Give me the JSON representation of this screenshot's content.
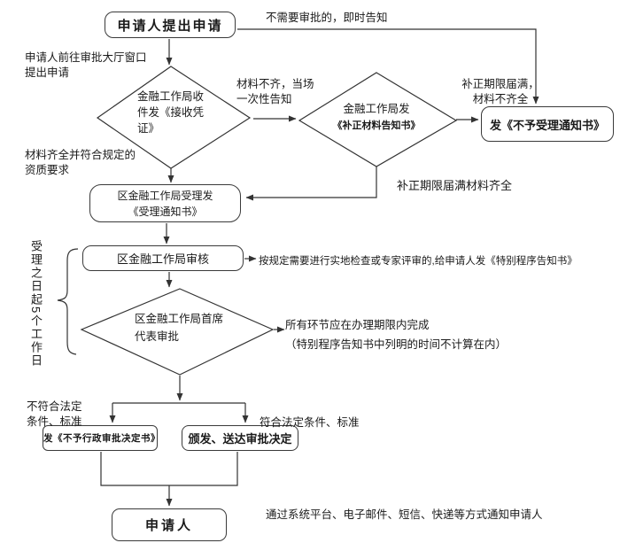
{
  "nodes": {
    "start": {
      "label": "申请人提出申请"
    },
    "receive": {
      "line1": "金融工作局收",
      "line2": "件发《接收凭",
      "line3": "证》"
    },
    "supplement": {
      "line1": "金融工作局发",
      "line2": "《补正材料告知书》"
    },
    "reject_notice": {
      "label": "发《不予受理通知书》"
    },
    "accept": {
      "line1": "区金融工作局受理发",
      "line2": "《受理通知书》"
    },
    "review": {
      "label": "区金融工作局审核"
    },
    "chief": {
      "line1": "区金融工作局首席",
      "line2": "代表审批"
    },
    "deny": {
      "label": "发《不予行政审批决定书》"
    },
    "issue": {
      "label": "颁发、送达审批决定"
    },
    "end": {
      "label": "申请人"
    }
  },
  "annotations": {
    "no_approval_needed": "不需要审批的，即时告知",
    "go_to_window_1": "申请人前往审批大厅窗口",
    "go_to_window_2": "提出申请",
    "materials_incomplete_1": "材料不齐，当场",
    "materials_incomplete_2": "一次性告知",
    "deadline_incomplete_1": "补正期限届满，",
    "deadline_incomplete_2": "材料不齐全",
    "materials_complete_1": "材料齐全并符合规定的",
    "materials_complete_2": "资质要求",
    "deadline_complete": "补正期限届满材料齐全",
    "special_procedure": "按规定需要进行实地检查或专家评审的,给申请人发《特别程序告知书》",
    "working_days": "受理之日起5个工作日",
    "all_steps_1": "所有环节应在办理期限内完成",
    "all_steps_2": "（特别程序告知书中列明的时间不计算在内）",
    "not_meet_1": "不符合法定",
    "not_meet_2": "条件、标准",
    "meet": "符合法定条件、标准",
    "notify": "通过系统平台、电子邮件、短信、快递等方式通知申请人"
  },
  "colors": {
    "line": "#333333",
    "text": "#1a1a1a",
    "background": "#ffffff"
  }
}
